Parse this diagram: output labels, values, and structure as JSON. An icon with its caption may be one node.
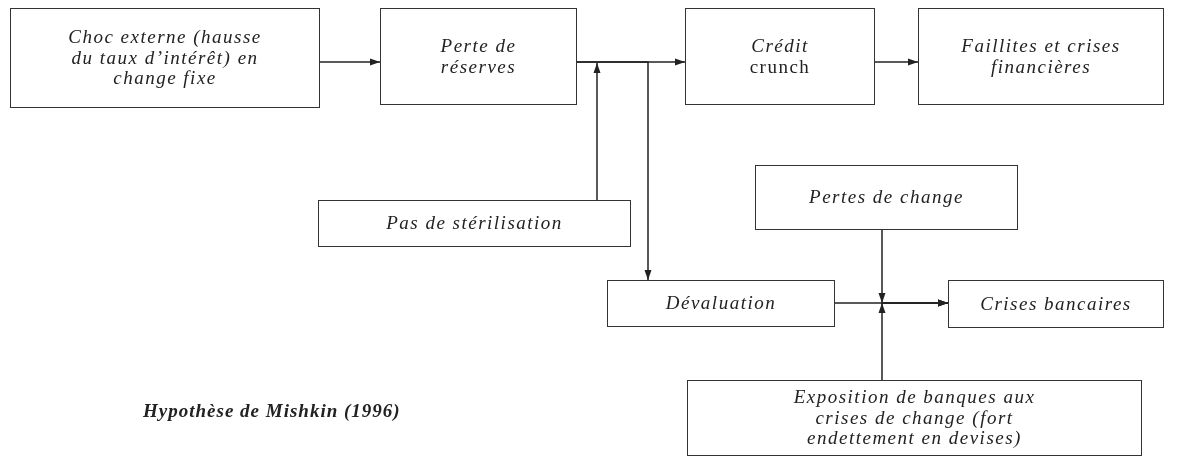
{
  "diagram": {
    "caption": "Hypothèse de Mishkin (1996)",
    "nodes": [
      {
        "text": [
          "Choc externe (hausse du taux d’intérêt) en change fixe"
        ]
      },
      {
        "text": [
          "Perte de réserves"
        ]
      },
      {
        "text": [
          "*Crédit* crunch"
        ]
      },
      {
        "text": [
          "Faillites et crises financières"
        ]
      },
      {
        "text": [
          "Pas de stérilisation"
        ]
      },
      {
        "text": [
          "Pertes de change"
        ]
      },
      {
        "text": [
          "Dévaluation"
        ]
      },
      {
        "text": [
          "Crises bancaires"
        ]
      },
      {
        "text": [
          "Exposition de banques aux crises de change (fort endettement en devises)"
        ]
      }
    ],
    "edges": [
      {
        "from": 0,
        "to": 1,
        "arrow": "to"
      },
      {
        "from": 1,
        "to": 2,
        "arrow": "to"
      },
      {
        "from": 2,
        "to": 3,
        "arrow": "to"
      },
      {
        "from": 4,
        "to": 1,
        "arrow": "to"
      },
      {
        "from": 1,
        "to": 6,
        "arrow": "to"
      },
      {
        "from": 6,
        "to": 7,
        "arrow": "to"
      },
      {
        "from": 5,
        "to": 7,
        "arrow": "to"
      },
      {
        "from": 8,
        "to": 7,
        "arrow": "to"
      }
    ]
  }
}
